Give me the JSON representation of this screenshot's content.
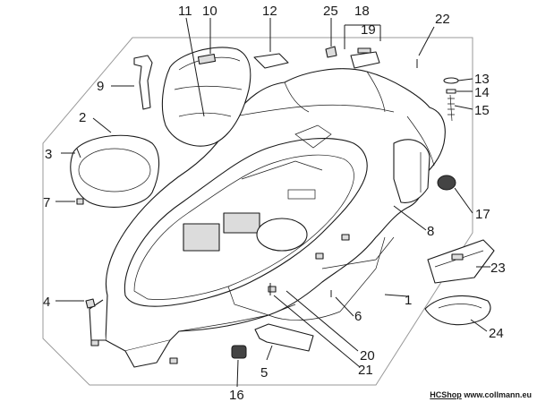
{
  "diagram": {
    "callouts": [
      "1",
      "2",
      "3",
      "4",
      "5",
      "6",
      "7",
      "8",
      "9",
      "10",
      "11",
      "12",
      "13",
      "14",
      "15",
      "16",
      "17",
      "18",
      "19",
      "20",
      "21",
      "22",
      "23",
      "24",
      "25"
    ]
  },
  "watermark": {
    "prefix": "HCShop",
    "site": "www.collmann.eu"
  }
}
